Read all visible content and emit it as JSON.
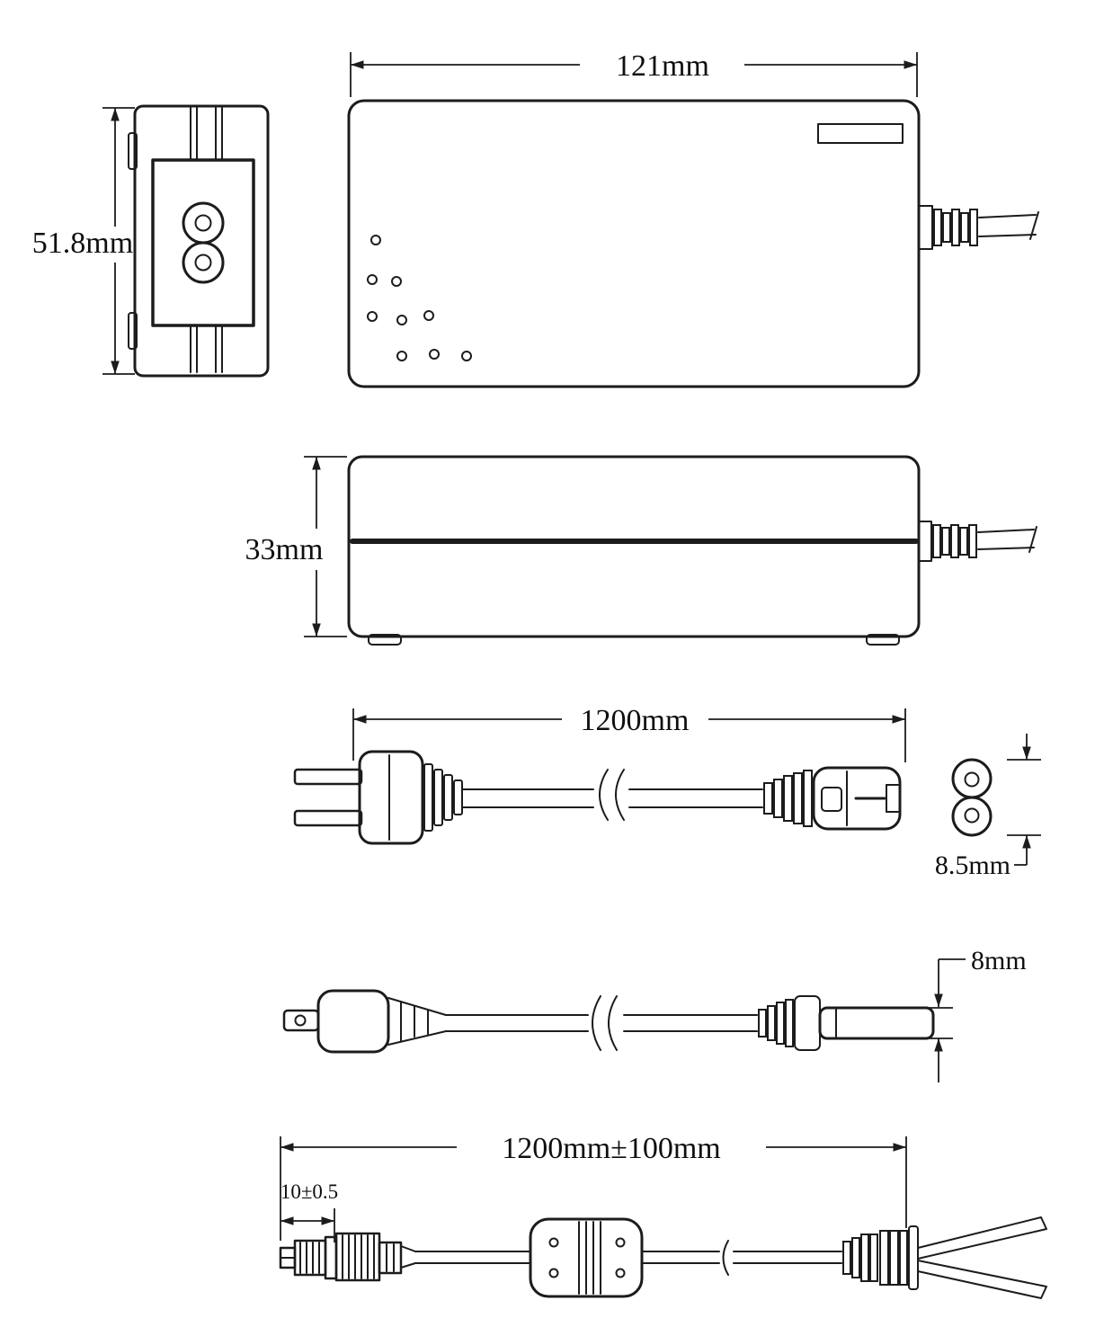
{
  "dimensions": {
    "adapter_height": "51.8mm",
    "adapter_width": "121mm",
    "adapter_thickness": "33mm",
    "ac_cord_length": "1200mm",
    "inlet_width": "8.5mm",
    "cord_diameter": "8mm",
    "dc_cord_length": "1200mm±100mm",
    "dc_plug_tip_length": "10±0.5"
  }
}
